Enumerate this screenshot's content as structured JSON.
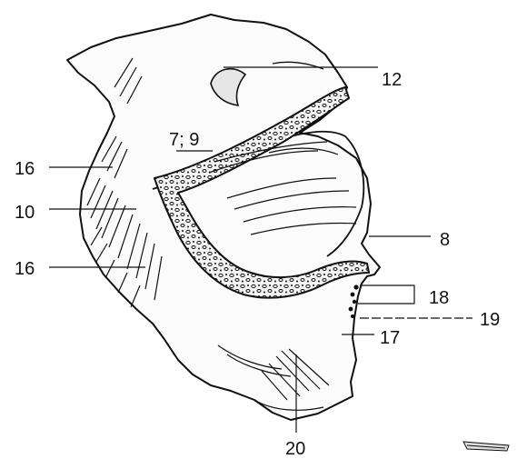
{
  "colors": {
    "ink": "#111111",
    "paper": "#ffffff",
    "bone_fill": "#fbfbfb",
    "cancellous_fill": "#f4f4f4"
  },
  "labels": {
    "l12": "12",
    "l7_9": "7; 9",
    "l16_top": "16",
    "l10": "10",
    "l16_bottom": "16",
    "l8": "8",
    "l18": "18",
    "l19": "19",
    "l17": "17",
    "l20": "20"
  }
}
